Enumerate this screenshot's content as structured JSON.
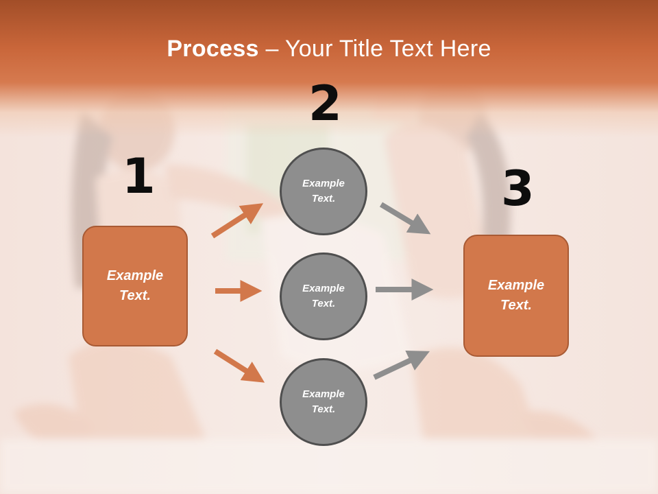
{
  "title": {
    "bold": "Process",
    "rest": " – Your Title Text Here"
  },
  "steps": [
    {
      "number": "1",
      "box_text": "Example Text."
    },
    {
      "number": "2"
    },
    {
      "number": "3",
      "box_text": "Example Text."
    }
  ],
  "circles": [
    {
      "text": "Example Text."
    },
    {
      "text": "Example Text."
    },
    {
      "text": "Example Text."
    }
  ],
  "colors": {
    "accent": "#d2784b",
    "circle": "#8e8e8e",
    "arrow_orange": "#d2784b",
    "arrow_gray": "#8e8e8e",
    "title_band": "#c9663a"
  }
}
